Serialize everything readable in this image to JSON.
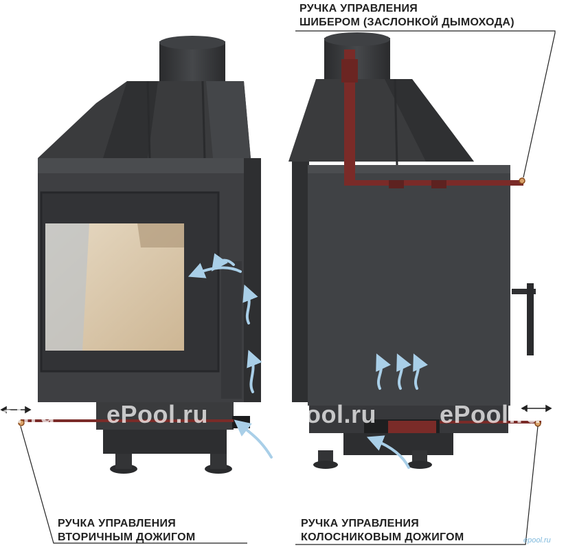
{
  "labels": {
    "damper_line1": "РУЧКА УПРАВЛЕНИЯ",
    "damper_line2": "ШИБЕРОМ (ЗАСЛОНКОЙ ДЫМОХОДА)",
    "secondary_line1": "РУЧКА УПРАВЛЕНИЯ",
    "secondary_line2": "ВТОРИЧНЫМ ДОЖИГОМ",
    "grate_line1": "РУЧКА УПРАВЛЕНИЯ",
    "grate_line2": "КОЛОСНИКОВЫМ ДОЖИГОМ"
  },
  "watermarks": {
    "left_partial": "ol.ru",
    "center_left": "ePool.ru",
    "center_right": "ePool.ru",
    "right": "ePool.ru",
    "corner": "epool.ru"
  },
  "colors": {
    "body": "#3c3d3f",
    "body_dark": "#2b2c2e",
    "body_light": "#55575a",
    "handle_rust": "#7a2b28",
    "air_arrow": "#a9cfe8",
    "glass": "#d8c6a8",
    "leader_line": "#222222"
  },
  "icons": [
    "double-arrow-icon",
    "handle-knob-icon",
    "air-flow-arrow-icon"
  ]
}
